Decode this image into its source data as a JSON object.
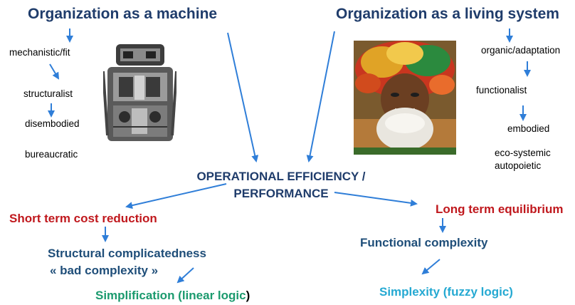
{
  "colors": {
    "arrow": "#2f7ed8",
    "title": "#1f3c6b",
    "red": "#c0181d",
    "navy": "#1f4e79",
    "green": "#1b9a6e",
    "cyan": "#25a9d2"
  },
  "left": {
    "title": "Organization as a machine",
    "items": [
      "mechanistic/fit",
      "structuralist",
      "disembodied",
      "bureaucratic"
    ]
  },
  "right": {
    "title": "Organization as a living system",
    "items": [
      "organic/adaptation",
      "functionalist",
      "embodied",
      "eco-systemic",
      "autopoietic"
    ]
  },
  "center": {
    "line1": "OPERATIONAL EFFICIENCY /",
    "line2": "PERFORMANCE"
  },
  "bottom_left": {
    "heading": "Short term cost reduction",
    "sub1": "Structural complicatedness",
    "sub2": "« bad complexity »",
    "result": "Simplification (linear logic",
    "result_tail": ")"
  },
  "bottom_right": {
    "heading": "Long term equilibrium",
    "sub": "Functional complexity",
    "result": "Simplexity (fuzzy logic)"
  },
  "images": {
    "left": "robot-machine-photo",
    "right": "tribal-elder-photo"
  }
}
